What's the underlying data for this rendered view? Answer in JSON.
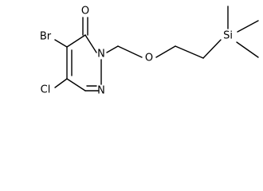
{
  "molecule": {
    "atoms": {
      "oxygen_carbonyl": "O",
      "bromine": "Br",
      "chlorine": "Cl",
      "nitrogen_ring_1": "N",
      "nitrogen_ring_2": "N",
      "oxygen_ether": "O",
      "silicon": "Si"
    }
  },
  "colors": {
    "bond": "#000000",
    "label": "#000000",
    "background": "#ffffff"
  }
}
